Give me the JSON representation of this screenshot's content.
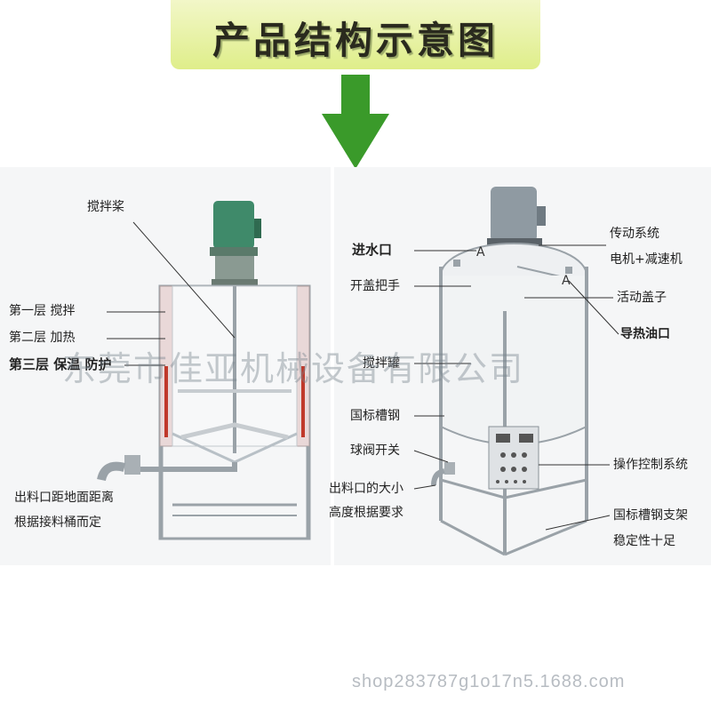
{
  "banner": {
    "title": "产品结构示意图"
  },
  "left_diagram": {
    "labels": {
      "paddle": "搅拌桨",
      "layer1": "第一层 搅拌",
      "layer2": "第二层 加热",
      "layer3": "第三层 保温 防护",
      "outlet_line1": "出料口距地面距离",
      "outlet_line2": "根据接料桶而定"
    }
  },
  "right_diagram": {
    "labels": {
      "inlet": "进水口",
      "lid_handle": "开盖把手",
      "tank": "搅拌罐",
      "channel_steel": "国标槽钢",
      "ball_valve": "球阀开关",
      "outlet_size_line1": "出料口的大小",
      "outlet_size_line2": "高度根据要求",
      "drive_line1": "传动系统",
      "drive_line2": "电机+减速机",
      "movable_lid": "活动盖子",
      "oil_port": "导热油口",
      "control": "操作控制系统",
      "frame_line1": "国标槽钢支架",
      "frame_line2": "稳定性十足"
    }
  },
  "watermark": "东莞市佳亚机械设备有限公司",
  "footer": "shop283787g1o17n5.1688.com",
  "colors": {
    "banner": "#dfee8a",
    "arrow": "#3a9a2a",
    "motor": "#3f8a6a",
    "heater": "#c0392b"
  }
}
